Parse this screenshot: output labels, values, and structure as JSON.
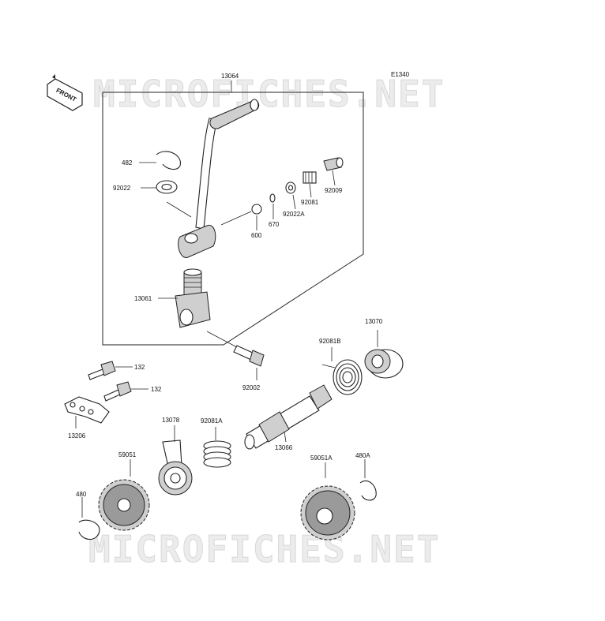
{
  "diagram": {
    "code": "E1340",
    "watermark": "MICROFICHES.NET",
    "front_badge": "FRONT",
    "labels": {
      "p13064": "13064",
      "p482": "482",
      "p92022": "92022",
      "p92009": "92009",
      "p92081": "92081",
      "p92022a": "92022A",
      "p670": "670",
      "p600": "600",
      "p13061": "13061",
      "p92002": "92002",
      "p132a": "132",
      "p132b": "132",
      "p13206": "13206",
      "p92081b": "92081B",
      "p13070": "13070",
      "p13078": "13078",
      "p92081a": "92081A",
      "p13066": "13066",
      "p59051": "59051",
      "p59051a": "59051A",
      "p480a": "480A",
      "p480": "480"
    }
  }
}
